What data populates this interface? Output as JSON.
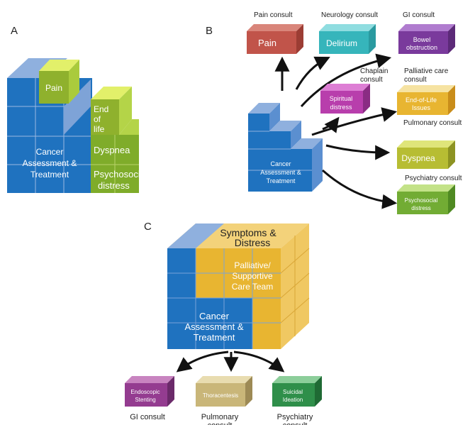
{
  "panels": {
    "a": {
      "letter": "A"
    },
    "b": {
      "letter": "B"
    },
    "c": {
      "letter": "C"
    }
  },
  "panel_a": {
    "cancer_line1": "Cancer",
    "cancer_line2": "Assessment &",
    "cancer_line3": "Treatment",
    "pain": "Pain",
    "end_line1": "End",
    "end_line2": "of",
    "end_line3": "life",
    "dyspnea": "Dyspnea",
    "psy_line1": "Psychosocial",
    "psy_line2": "distress"
  },
  "panel_b": {
    "cancer_line1": "Cancer",
    "cancer_line2": "Assessment &",
    "cancer_line3": "Treatment",
    "consults": {
      "pain": "Pain consult",
      "neurology": "Neurology consult",
      "gi": "GI consult",
      "chaplain_line1": "Chaplain",
      "chaplain_line2": "consult",
      "palliative_line1": "Palliative care",
      "palliative_line2": "consult",
      "pulmonary": "Pulmonary consult",
      "psychiatry": "Psychiatry consult"
    },
    "boxes": {
      "pain": "Pain",
      "delirium": "Delirium",
      "bowel_line1": "Bowel",
      "bowel_line2": "obstruction",
      "spiritual_line1": "Spiritual",
      "spiritual_line2": "distress",
      "eol_line1": "End-of-Life",
      "eol_line2": "Issues",
      "dyspnea": "Dyspnea",
      "psy_line1": "Psychosocial",
      "psy_line2": "distress"
    }
  },
  "panel_c": {
    "symptoms_line1": "Symptoms &",
    "symptoms_line2": "Distress",
    "team_line1": "Palliative/",
    "team_line2": "Supportive",
    "team_line3": "Care Team",
    "cancer_line1": "Cancer",
    "cancer_line2": "Assessment &",
    "cancer_line3": "Treatment",
    "boxes": {
      "endo_line1": "Endoscopic",
      "endo_line2": "Stenting",
      "thora": "Thoracentesis",
      "suicidal_line1": "Suicidal",
      "suicidal_line2": "Ideation"
    },
    "consults": {
      "gi": "GI consult",
      "pulm_line1": "Pulmonary",
      "pulm_line2": "consult",
      "psych_line1": "Psychiatry",
      "psych_line2": "consult"
    }
  },
  "colors": {
    "blue_front": "#1f72bf",
    "blue_top": "#8fb0de",
    "blue_side": "#5b8fd0",
    "green_front": "#7fac2a",
    "green_top": "#d9ec62",
    "green_side": "#9cc23c",
    "orange": "#e8b531",
    "orange_light": "#f3d27a"
  }
}
